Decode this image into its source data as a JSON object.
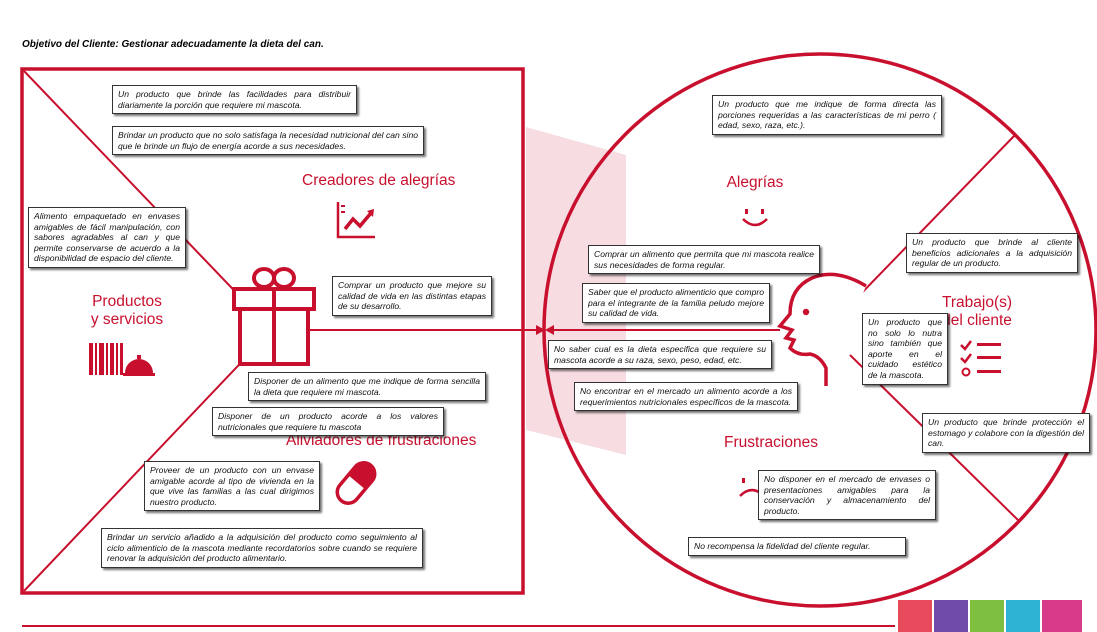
{
  "header": {
    "objective": "Objetivo del Cliente: Gestionar adecuadamente la dieta del can."
  },
  "colors": {
    "accent": "#c8102e",
    "tint": "#f7dde2",
    "note_border": "#333333"
  },
  "product_map": {
    "products_label": "Productos\ny servicios",
    "gain_creators_label": "Creadores de alegrías",
    "pain_relievers_label": "Aliviadores de frustraciones",
    "icons": [
      "chart-up-icon",
      "gift-icon",
      "barcode-bell-icon",
      "pill-icon"
    ],
    "notes": {
      "gc1": "Un producto que brinde las facilidades para distribuir diariamente la porción que requiere mi mascota.",
      "gc2": "Brindar un producto que no solo satisfaga la necesidad nutricional del can sino que le brinde un flujo de energía acorde a sus necesidades.",
      "ps1": "Alimento empaquetado en envases amigables de fácil manipulación, con sabores agradables al can y que permite conservarse de acuerdo a la disponibilidad de espacio del cliente.",
      "gc3": "Comprar un producto que mejore su calidad de vida en las distintas etapas de su desarrollo.",
      "pr1": "Disponer de un alimento que me indique de forma sencilla la dieta que requiere mi mascota.",
      "pr2": "Disponer de un producto acorde a los valores nutricionales que requiere tu mascota",
      "pr3": "Proveer de un producto con un envase amigable acorde al tipo de vivienda en la que vive las familias a las cual dirigimos nuestro producto.",
      "pr4": "Brindar un servicio añadido a la adquisición del producto como seguimiento al ciclo alimenticio de la mascota mediante recordatorios sobre cuando se requiere renovar la adquisición del producto alimentario."
    }
  },
  "customer_profile": {
    "gains_label": "Alegrías",
    "jobs_label": "Trabajo(s)\ndel cliente",
    "pains_label": "Frustraciones",
    "icons": [
      "smile-icon",
      "face-profile-icon",
      "checklist-icon",
      "frown-icon"
    ],
    "notes": {
      "g1": "Un producto que me indique de forma directa las porciones requeridas a las características de mi perro ( edad, sexo, raza, etc.).",
      "g2": "Comprar un alimento que permita que mi mascota realice sus necesidades de forma regular.",
      "g3": "Saber que el producto alimenticio que compro para el integrante de la familia peludo mejore su calidad de vida.",
      "j1": "Un producto que brinde al cliente beneficios adicionales a la adquisición regular de un producto.",
      "j2": "Un producto que no solo lo nutra sino también que aporte en el cuidado estético de la mascota.",
      "j3": "Un producto que brinde protección el estomago y colabore con la digestión del can.",
      "p1": "No saber cual es la dieta especifica que requiere su mascota acorde a su raza, sexo, peso, edad, etc.",
      "p2": "No encontrar en el mercado un alimento acorde a los requerimientos nutricionales específicos de la mascota.",
      "p3": "No disponer en el mercado de envases o presentaciones amigables para la conservación y almacenamiento del producto.",
      "p4": "No recompensa la fidelidad del cliente regular."
    }
  },
  "footer": {
    "logo": "colorful-logo-tiles"
  }
}
